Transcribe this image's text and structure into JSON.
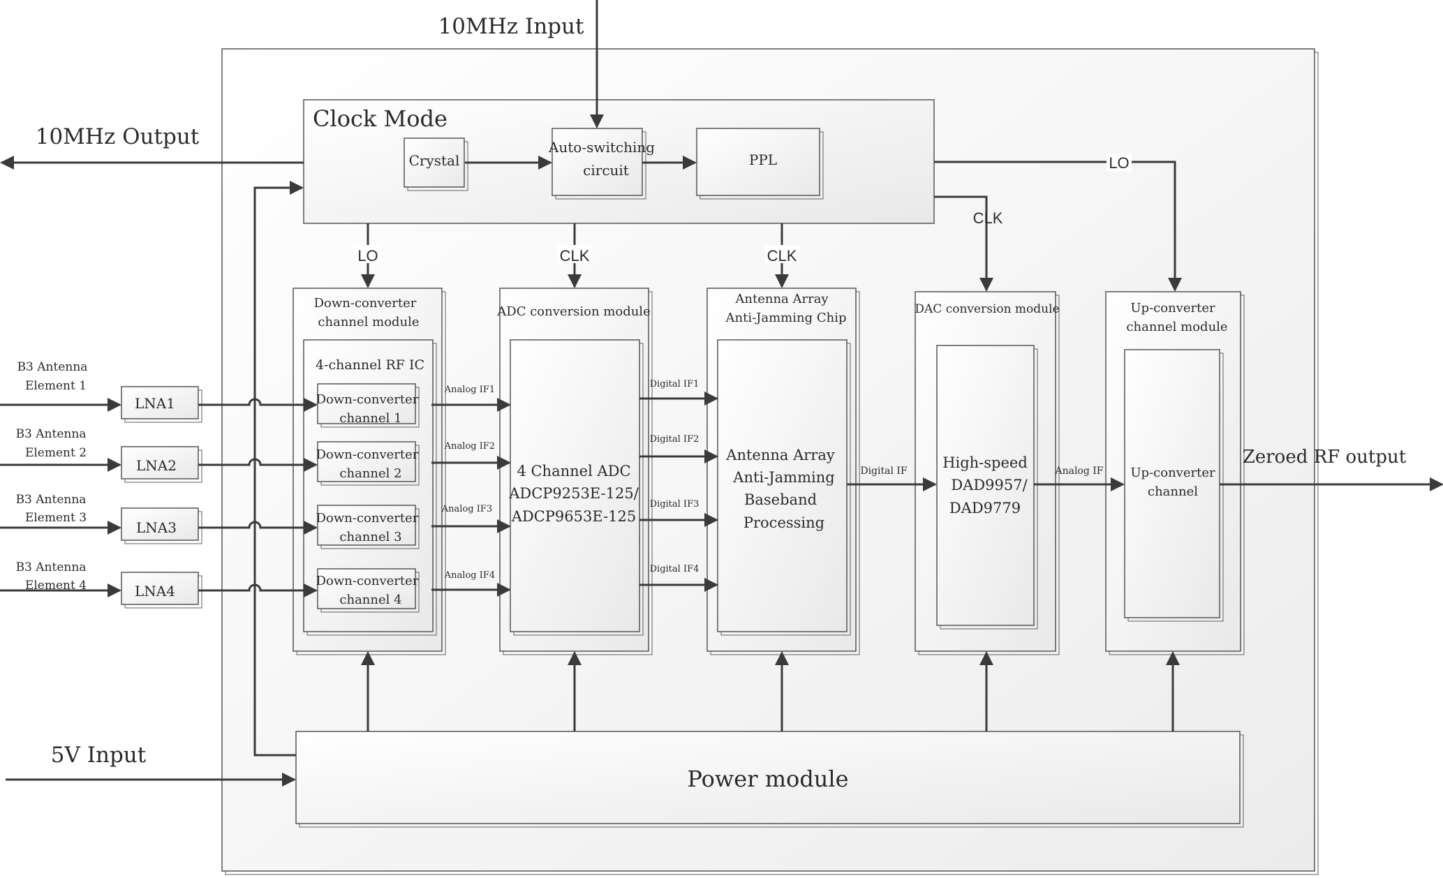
{
  "inputs": {
    "ten_mhz_input": "10MHz Input",
    "ten_mhz_output": "10MHz Output",
    "five_v_input": "5V Input",
    "zeroed_rf_output": "Zeroed RF output"
  },
  "clock": {
    "title": "Clock Mode",
    "crystal": "Crystal",
    "auto_switch_line1": "Auto-switching",
    "auto_switch_line2": "circuit",
    "ppl": "PPL"
  },
  "signal_labels": {
    "lo": "LO",
    "clk": "CLK"
  },
  "antennas": [
    {
      "line1": "B3 Antenna",
      "line2": "Element 1",
      "lna": "LNA1"
    },
    {
      "line1": "B3 Antenna",
      "line2": "Element 2",
      "lna": "LNA2"
    },
    {
      "line1": "B3 Antenna",
      "line2": "Element 3",
      "lna": "LNA3"
    },
    {
      "line1": "B3 Antenna",
      "line2": "Element 4",
      "lna": "LNA4"
    }
  ],
  "downconverter": {
    "title_line1": "Down-converter",
    "title_line2": "channel module",
    "rfic": "4-channel RF IC",
    "channels": [
      {
        "line1": "Down-converter",
        "line2": "channel 1"
      },
      {
        "line1": "Down-converter",
        "line2": "channel 2"
      },
      {
        "line1": "Down-converter",
        "line2": "channel 3"
      },
      {
        "line1": "Down-converter",
        "line2": "channel 4"
      }
    ]
  },
  "analog_if": [
    "Analog IF1",
    "Analog IF2",
    "Analog IF3",
    "Analog IF4"
  ],
  "adc": {
    "title": "ADC conversion module",
    "line1": "4 Channel ADC",
    "line2": "ADCP9253E-125/",
    "line3": "ADCP9653E-125"
  },
  "digital_if": [
    "Digital IF1",
    "Digital IF2",
    "Digital IF3",
    "Digital IF4"
  ],
  "chip": {
    "title_line1": "Antenna Array",
    "title_line2": "Anti-Jamming Chip",
    "line1": "Antenna Array",
    "line2": "Anti-Jamming",
    "line3": "Baseband",
    "line4": "Processing"
  },
  "digital_if_single": "Digital IF",
  "dac": {
    "title": "DAC conversion module",
    "line1": "High-speed",
    "line2": "DAD9957/",
    "line3": "DAD9779"
  },
  "analog_if_single": "Analog IF",
  "upconverter": {
    "title_line1": "Up-converter",
    "title_line2": "channel module",
    "line1": "Up-converter",
    "line2": "channel"
  },
  "power": {
    "title": "Power module"
  }
}
